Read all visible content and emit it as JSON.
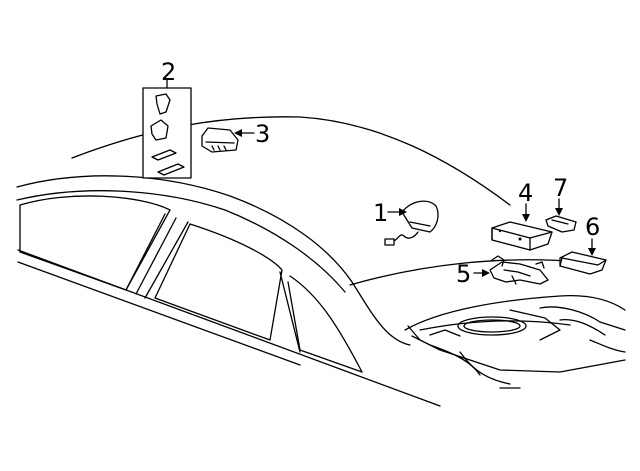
{
  "callouts": [
    {
      "id": "callout-1",
      "label": "1"
    },
    {
      "id": "callout-2",
      "label": "2"
    },
    {
      "id": "callout-3",
      "label": "3"
    },
    {
      "id": "callout-4",
      "label": "4"
    },
    {
      "id": "callout-5",
      "label": "5"
    },
    {
      "id": "callout-6",
      "label": "6"
    },
    {
      "id": "callout-7",
      "label": "7"
    }
  ]
}
